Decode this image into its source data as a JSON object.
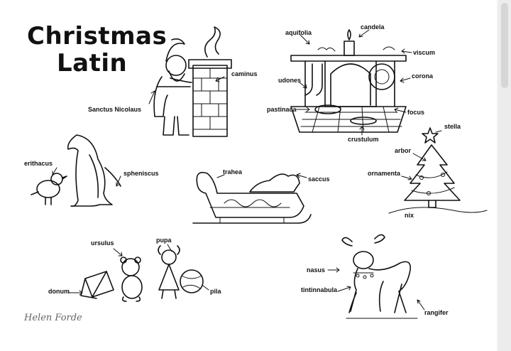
{
  "title": {
    "line1": "Christmas",
    "line2": "Latin"
  },
  "signature": "Helen Forde",
  "labels": {
    "caminus": "caminus",
    "sanctus_nicolaus": "Sanctus Nicolaus",
    "candela": "candela",
    "aquifolia": "aquifolia",
    "viscum": "viscum",
    "udones": "udones",
    "corona": "corona",
    "pastinaca": "pastinaca",
    "focus": "focus",
    "crustulum": "crustulum",
    "stella": "stella",
    "arbor": "arbor",
    "ornamenta": "ornamenta",
    "nix": "nix",
    "erithacus": "erithacus",
    "spheniscus": "spheniscus",
    "trahea": "trahea",
    "saccus": "saccus",
    "ursulus": "ursulus",
    "pupa": "pupa",
    "donum": "donum",
    "pila": "pila",
    "nasus": "nasus",
    "tintinnabula": "tintinnabula",
    "rangifer": "rangifer"
  }
}
